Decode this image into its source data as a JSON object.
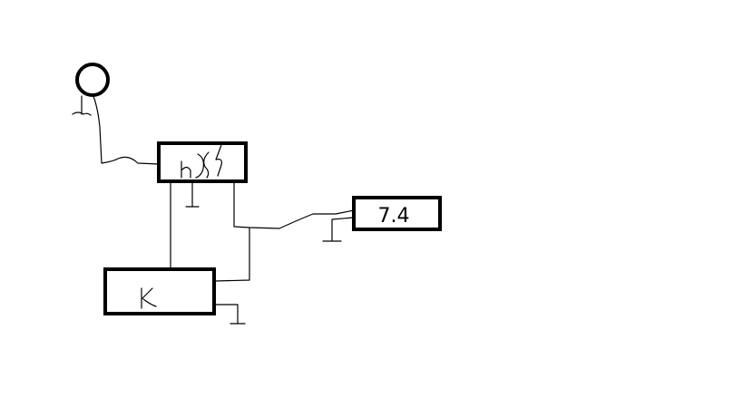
{
  "diagram": {
    "blocks": [
      {
        "id": "block-a",
        "label": ""
      },
      {
        "id": "block-b",
        "label": "7.4"
      },
      {
        "id": "block-c",
        "label": ""
      }
    ]
  },
  "colors": {
    "stroke": "#000000",
    "background": "#ffffff"
  }
}
